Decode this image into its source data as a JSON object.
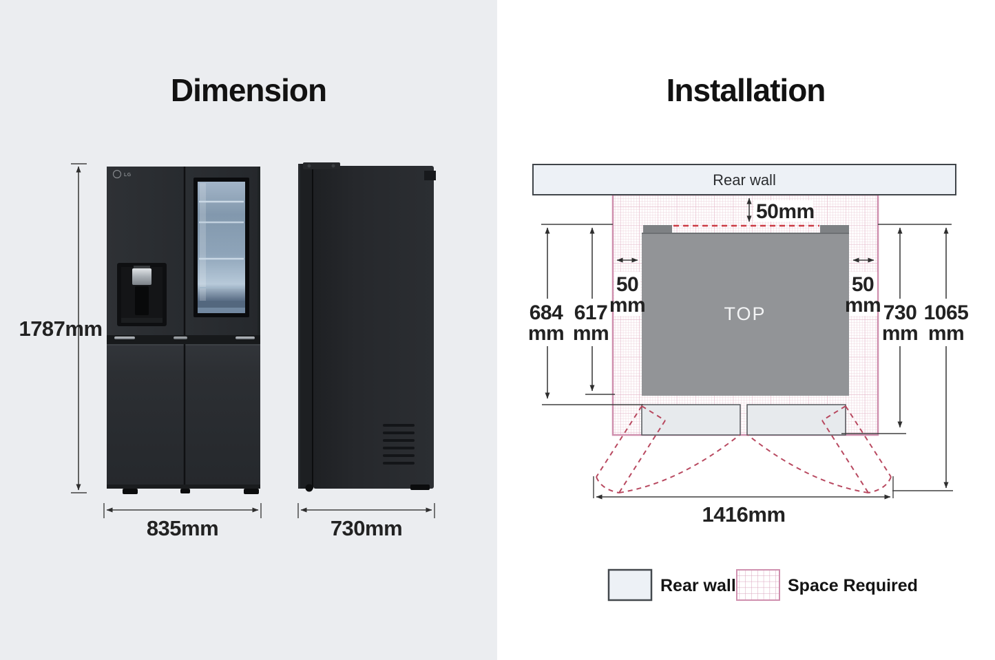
{
  "dimension_panel": {
    "title": "Dimension",
    "brand_logo": "LG",
    "height": "1787mm",
    "width": "835mm",
    "depth": "730mm"
  },
  "installation_panel": {
    "title": "Installation",
    "rear_wall": "Rear wall",
    "top_view": "TOP",
    "rear_clearance": "50mm",
    "left_clearance": {
      "value": "50",
      "unit": "mm"
    },
    "right_clearance": {
      "value": "50",
      "unit": "mm"
    },
    "dims": {
      "d684": {
        "value": "684",
        "unit": "mm"
      },
      "d617": {
        "value": "617",
        "unit": "mm"
      },
      "d730": {
        "value": "730",
        "unit": "mm"
      },
      "d1065": {
        "value": "1065",
        "unit": "mm"
      }
    },
    "total_width": "1416mm",
    "legend": {
      "rear_wall": "Rear wall",
      "space_required": "Space Required"
    },
    "colors": {
      "grid_pink": "#cf8fae",
      "dashed_red": "#cc3b44",
      "dashed_rose": "#b8485f",
      "top_fill": "#929497",
      "rear_wall_fill": "#edf1f6"
    }
  }
}
